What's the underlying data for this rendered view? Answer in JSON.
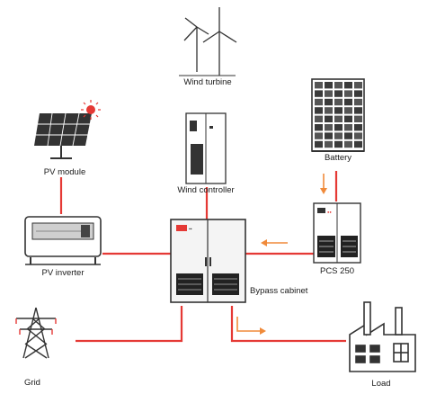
{
  "labels": {
    "wind_turbine": "Wind turbine",
    "wind_controller": "Wind controller",
    "pv_module": "PV module",
    "pv_inverter": "PV inverter",
    "battery": "Battery",
    "pcs": "PCS 250",
    "bypass_cabinet": "Bypass cabinet",
    "grid": "Grid",
    "load": "Load"
  },
  "colors": {
    "line": "#e53935",
    "arrow": "#f08a3a",
    "equipment": "#333333",
    "panel_light": "#d8d8d8"
  },
  "icons": [
    "wind-turbine-icon",
    "wind-controller-icon",
    "solar-panel-icon",
    "inverter-icon",
    "battery-rack-icon",
    "pcs-cabinet-icon",
    "bypass-cabinet-icon",
    "grid-tower-icon",
    "factory-icon"
  ]
}
